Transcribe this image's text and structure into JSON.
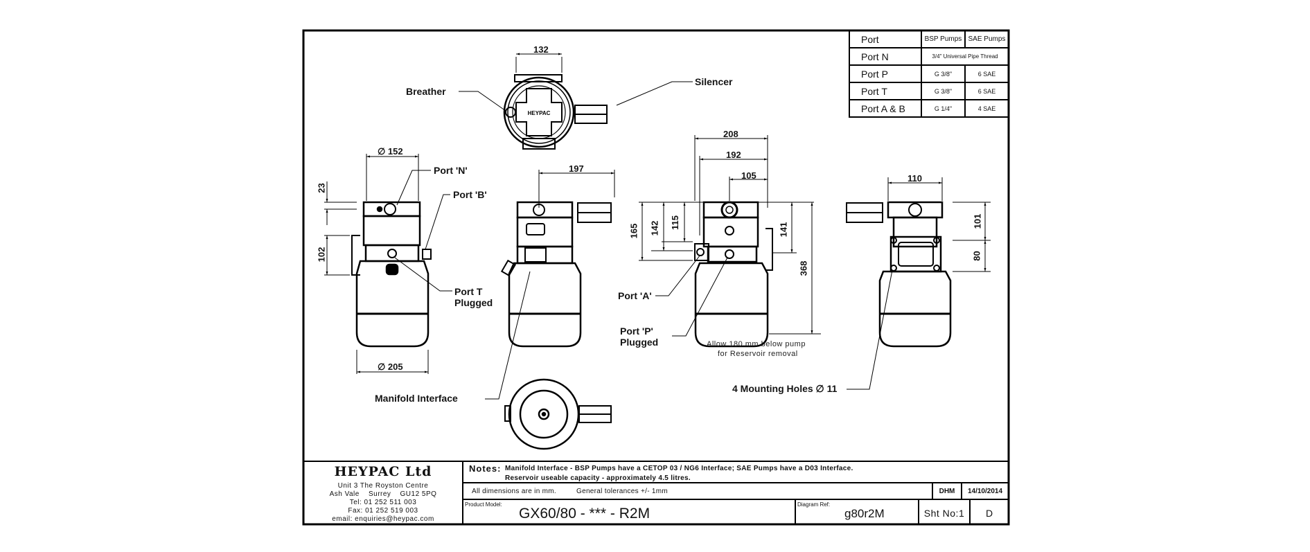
{
  "port_table": {
    "headers": [
      "Port",
      "BSP Pumps",
      "SAE Pumps"
    ],
    "rows": [
      {
        "port": "Port N",
        "merged": "3/4\" Universal  Pipe Thread"
      },
      {
        "port": "Port P",
        "bsp": "G 3/8\"",
        "sae": "6 SAE"
      },
      {
        "port": "Port T",
        "bsp": "G 3/8\"",
        "sae": "6 SAE"
      },
      {
        "port": "Port A & B",
        "bsp": "G 1/4\"",
        "sae": "4 SAE"
      }
    ]
  },
  "callouts": {
    "breather": "Breather",
    "silencer": "Silencer",
    "port_n": "Port 'N'",
    "port_b": "Port 'B'",
    "port_t_1": "Port T",
    "port_t_2": "Plugged",
    "port_a": "Port 'A'",
    "port_p_1": "Port 'P'",
    "port_p_2": "Plugged",
    "manifold_interface": "Manifold Interface",
    "mounting_holes": "4 Mounting Holes ∅ 11",
    "reservoir_note_1": "Allow 180 mm  below pump",
    "reservoir_note_2": "for Reservoir removal"
  },
  "dimensions": {
    "top_width": "132",
    "dia_152": "∅  152",
    "dia_205": "∅  205",
    "d23": "23",
    "d102": "102",
    "d197": "197",
    "d208": "208",
    "d192": "192",
    "d105": "105",
    "d165": "165",
    "d142": "142",
    "d115": "115",
    "d141": "141",
    "d368": "368",
    "d110": "110",
    "d101": "101",
    "d80": "80"
  },
  "title_block": {
    "company": "HEYPAC Ltd",
    "address_1": "Unit 3 The Royston Centre",
    "address_2": "Ash Vale    Surrey    GU12 5PQ",
    "tel": "Tel: 01 252 511 003",
    "fax": "Fax: 01 252 519 003",
    "email": "email: enquiries@heypac.com",
    "notes_label": "Notes:",
    "note_1": "Manifold Interface - BSP Pumps have a CETOP 03 / NG6 Interface;  SAE Pumps have a D03 Interface.",
    "note_2": "Reservoir useable capacity - approximately 4.5 litres.",
    "dims_note": "All dimensions are in mm.",
    "tolerance_note": "General tolerances +/- 1mm",
    "drawn_by": "DHM",
    "date": "14/10/2014",
    "product_model_label": "Product Model:",
    "product_model": "GX60/80 - *** - R2M",
    "diagram_ref_label": "Diagram Ref:",
    "diagram_ref": "g80r2M",
    "sheet_no": "Sht No:1",
    "revision": "D"
  }
}
